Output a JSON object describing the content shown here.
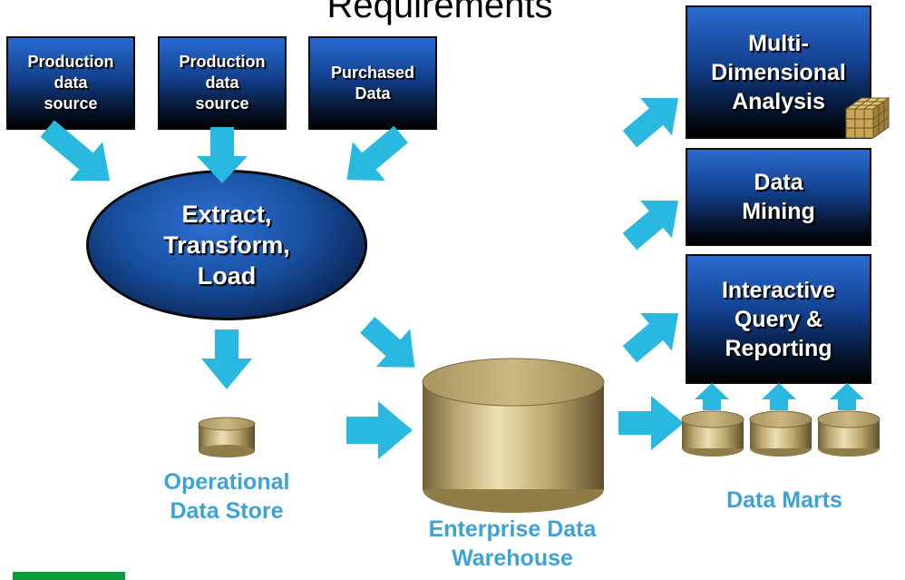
{
  "title": "Requirements",
  "sources": [
    {
      "lines": [
        "Production",
        "data",
        "source"
      ]
    },
    {
      "lines": [
        "Production",
        "data",
        "source"
      ]
    },
    {
      "lines": [
        "Purchased",
        "Data"
      ]
    }
  ],
  "etl": {
    "lines": [
      "Extract,",
      "Transform,",
      "Load"
    ]
  },
  "tools": [
    {
      "lines": [
        "Multi-",
        "Dimensional",
        "Analysis"
      ],
      "icon": "cube-icon"
    },
    {
      "lines": [
        "Data",
        "Mining"
      ]
    },
    {
      "lines": [
        "Interactive",
        "Query &",
        "Reporting"
      ]
    }
  ],
  "stores": {
    "ods": {
      "lines": [
        "Operational",
        "Data Store"
      ]
    },
    "edw": {
      "lines": [
        "Enterprise Data",
        "Warehouse"
      ]
    },
    "marts": {
      "lines": [
        "Data Marts"
      ]
    }
  },
  "colors": {
    "arrow": "#29b8e0",
    "box_top": "#2a6bd0",
    "box_bottom": "#000000",
    "label": "#3ba3d8",
    "cylinder": "#c2b07a",
    "footer_bar": "#0c9a3a"
  }
}
